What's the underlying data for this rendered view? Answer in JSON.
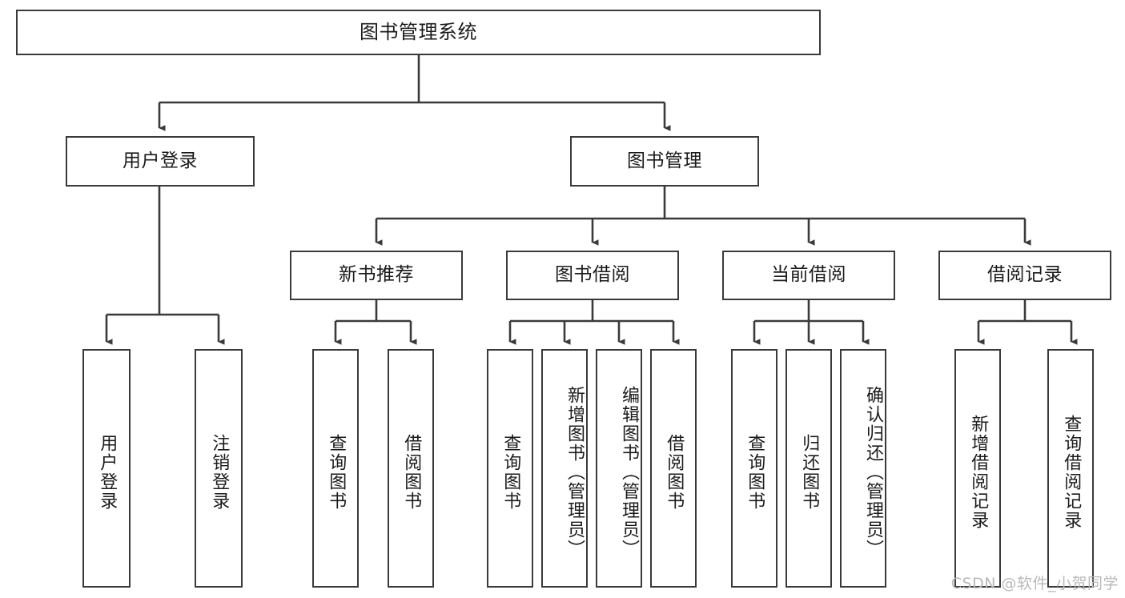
{
  "diagram": {
    "title": "图书管理系统",
    "type": "hierarchy-tree",
    "watermark": "CSDN @软件_小贺同学",
    "colors": {
      "box_border": "#3a3a3a",
      "box_fill": "#ffffff",
      "edge": "#3a3a3a",
      "text": "#1b1b1b",
      "watermark": "#b9b9b9",
      "background": "#ffffff"
    },
    "levels": {
      "root": {
        "label": "图书管理系统"
      },
      "level2": [
        {
          "label": "用户登录"
        },
        {
          "label": "图书管理"
        }
      ],
      "level3": [
        {
          "label": "新书推荐"
        },
        {
          "label": "图书借阅"
        },
        {
          "label": "当前借阅"
        },
        {
          "label": "借阅记录"
        }
      ],
      "leaves": {
        "user_login": [
          {
            "label": "用户登录"
          },
          {
            "label": "注销登录"
          }
        ],
        "new_book_recommend": [
          {
            "label": "查询图书"
          },
          {
            "label": "借阅图书"
          }
        ],
        "book_borrow": [
          {
            "label": "查询图书"
          },
          {
            "label": "新增图书（管理员）"
          },
          {
            "label": "编辑图书（管理员）"
          },
          {
            "label": "借阅图书"
          }
        ],
        "current_borrow": [
          {
            "label": "查询图书"
          },
          {
            "label": "归还图书"
          },
          {
            "label": "确认归还（管理员）"
          }
        ],
        "borrow_record": [
          {
            "label": "新增借阅记录"
          },
          {
            "label": "查询借阅记录"
          }
        ]
      }
    }
  }
}
